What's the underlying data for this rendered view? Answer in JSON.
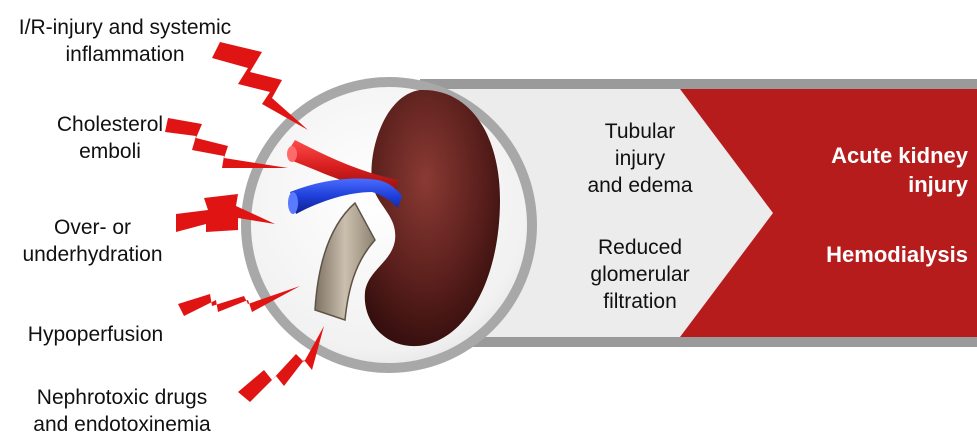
{
  "causes": [
    {
      "line1": "I/R-injury and systemic",
      "line2": "inflammation"
    },
    {
      "line1": "Cholesterol",
      "line2": "emboli"
    },
    {
      "line1": "Over- or",
      "line2": "underhydration"
    },
    {
      "line1": "Hypoperfusion",
      "line2": ""
    },
    {
      "line1": "Nephrotoxic drugs",
      "line2": "and endotoxinemia"
    }
  ],
  "mechanisms": [
    {
      "line1": "Tubular",
      "line2": "injury",
      "line3": "and edema"
    },
    {
      "line1": "Reduced",
      "line2": "glomerular",
      "line3": "filtration"
    }
  ],
  "outcomes": [
    {
      "line1": "Acute kidney",
      "line2": "injury"
    },
    {
      "line1": "Hemodialysis",
      "line2": ""
    }
  ],
  "colors": {
    "bolt_red": "#e11414",
    "outcome_red": "#b71c1c",
    "band_grey": "#9a9a9a",
    "panel_light": "#ececec",
    "circle_grey": "#a8a8a8",
    "kidney_brown": "#5a1f1c",
    "artery_red": "#d81e1e",
    "vein_blue": "#1e3fd8",
    "ureter_beige": "#b8a998"
  },
  "icons": [
    "lightning-bolt-icon",
    "kidney-icon",
    "chevron-arrow-icon"
  ]
}
